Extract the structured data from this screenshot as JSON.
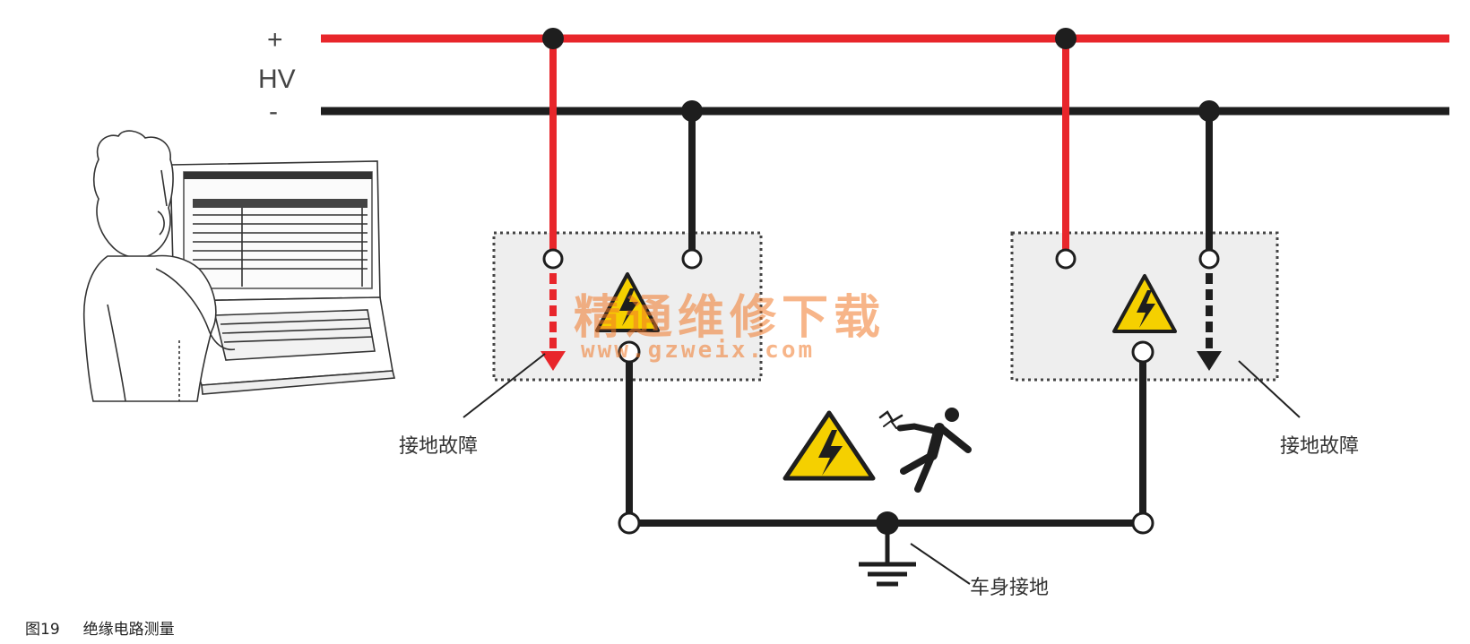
{
  "bus": {
    "plus_label": "+",
    "hv_label": "HV",
    "minus_label": "-",
    "plus_color": "#e8262b",
    "minus_color": "#1e1e1e"
  },
  "labels": {
    "ground_fault_left": "接地故障",
    "ground_fault_right": "接地故障",
    "body_ground": "车身接地"
  },
  "watermark": {
    "title": "精通维修下载",
    "url": "www.gzweix.com"
  },
  "caption": {
    "number": "图19",
    "title": "绝缘电路测量"
  },
  "colors": {
    "warning_yellow": "#f5d000",
    "module_fill": "#eeeeee",
    "watermark": "#f07828"
  },
  "icons": [
    "technician-with-laptop",
    "high-voltage-warning-icon",
    "electric-shock-person-icon",
    "ground-symbol"
  ]
}
